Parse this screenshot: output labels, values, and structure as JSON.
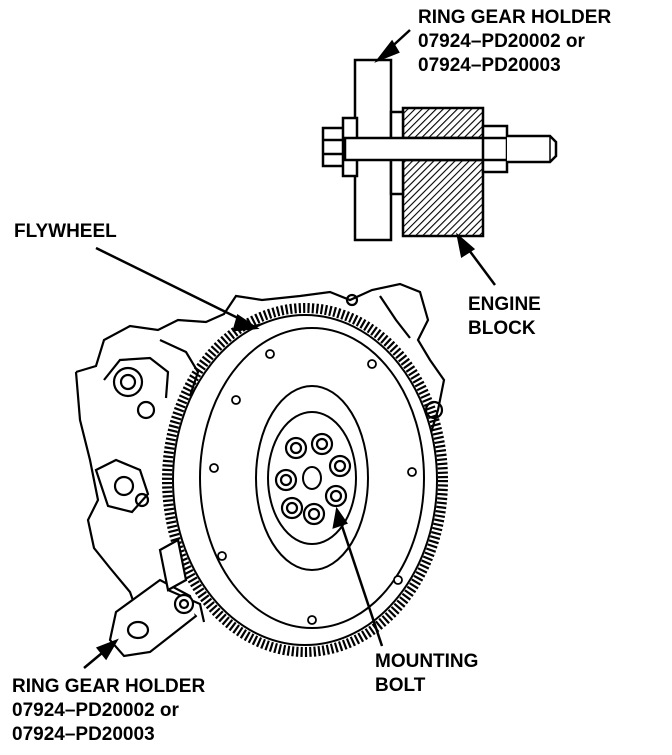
{
  "labels": {
    "ring_gear_holder_top": {
      "title": "RING GEAR HOLDER",
      "part_a": "07924–PD20002 or",
      "part_b": "07924–PD20003"
    },
    "flywheel": "FLYWHEEL",
    "engine_block": {
      "line1": "ENGINE",
      "line2": "BLOCK"
    },
    "mounting_bolt": {
      "line1": "MOUNTING",
      "line2": "BOLT"
    },
    "ring_gear_holder_bottom": {
      "title": "RING GEAR HOLDER",
      "part_a": "07924–PD20002 or",
      "part_b": "07924–PD20003"
    }
  },
  "colors": {
    "ink": "#000000",
    "paper": "#ffffff"
  },
  "icons": {
    "detail": "ring-gear-holder-detail",
    "main": "flywheel-assembly"
  }
}
